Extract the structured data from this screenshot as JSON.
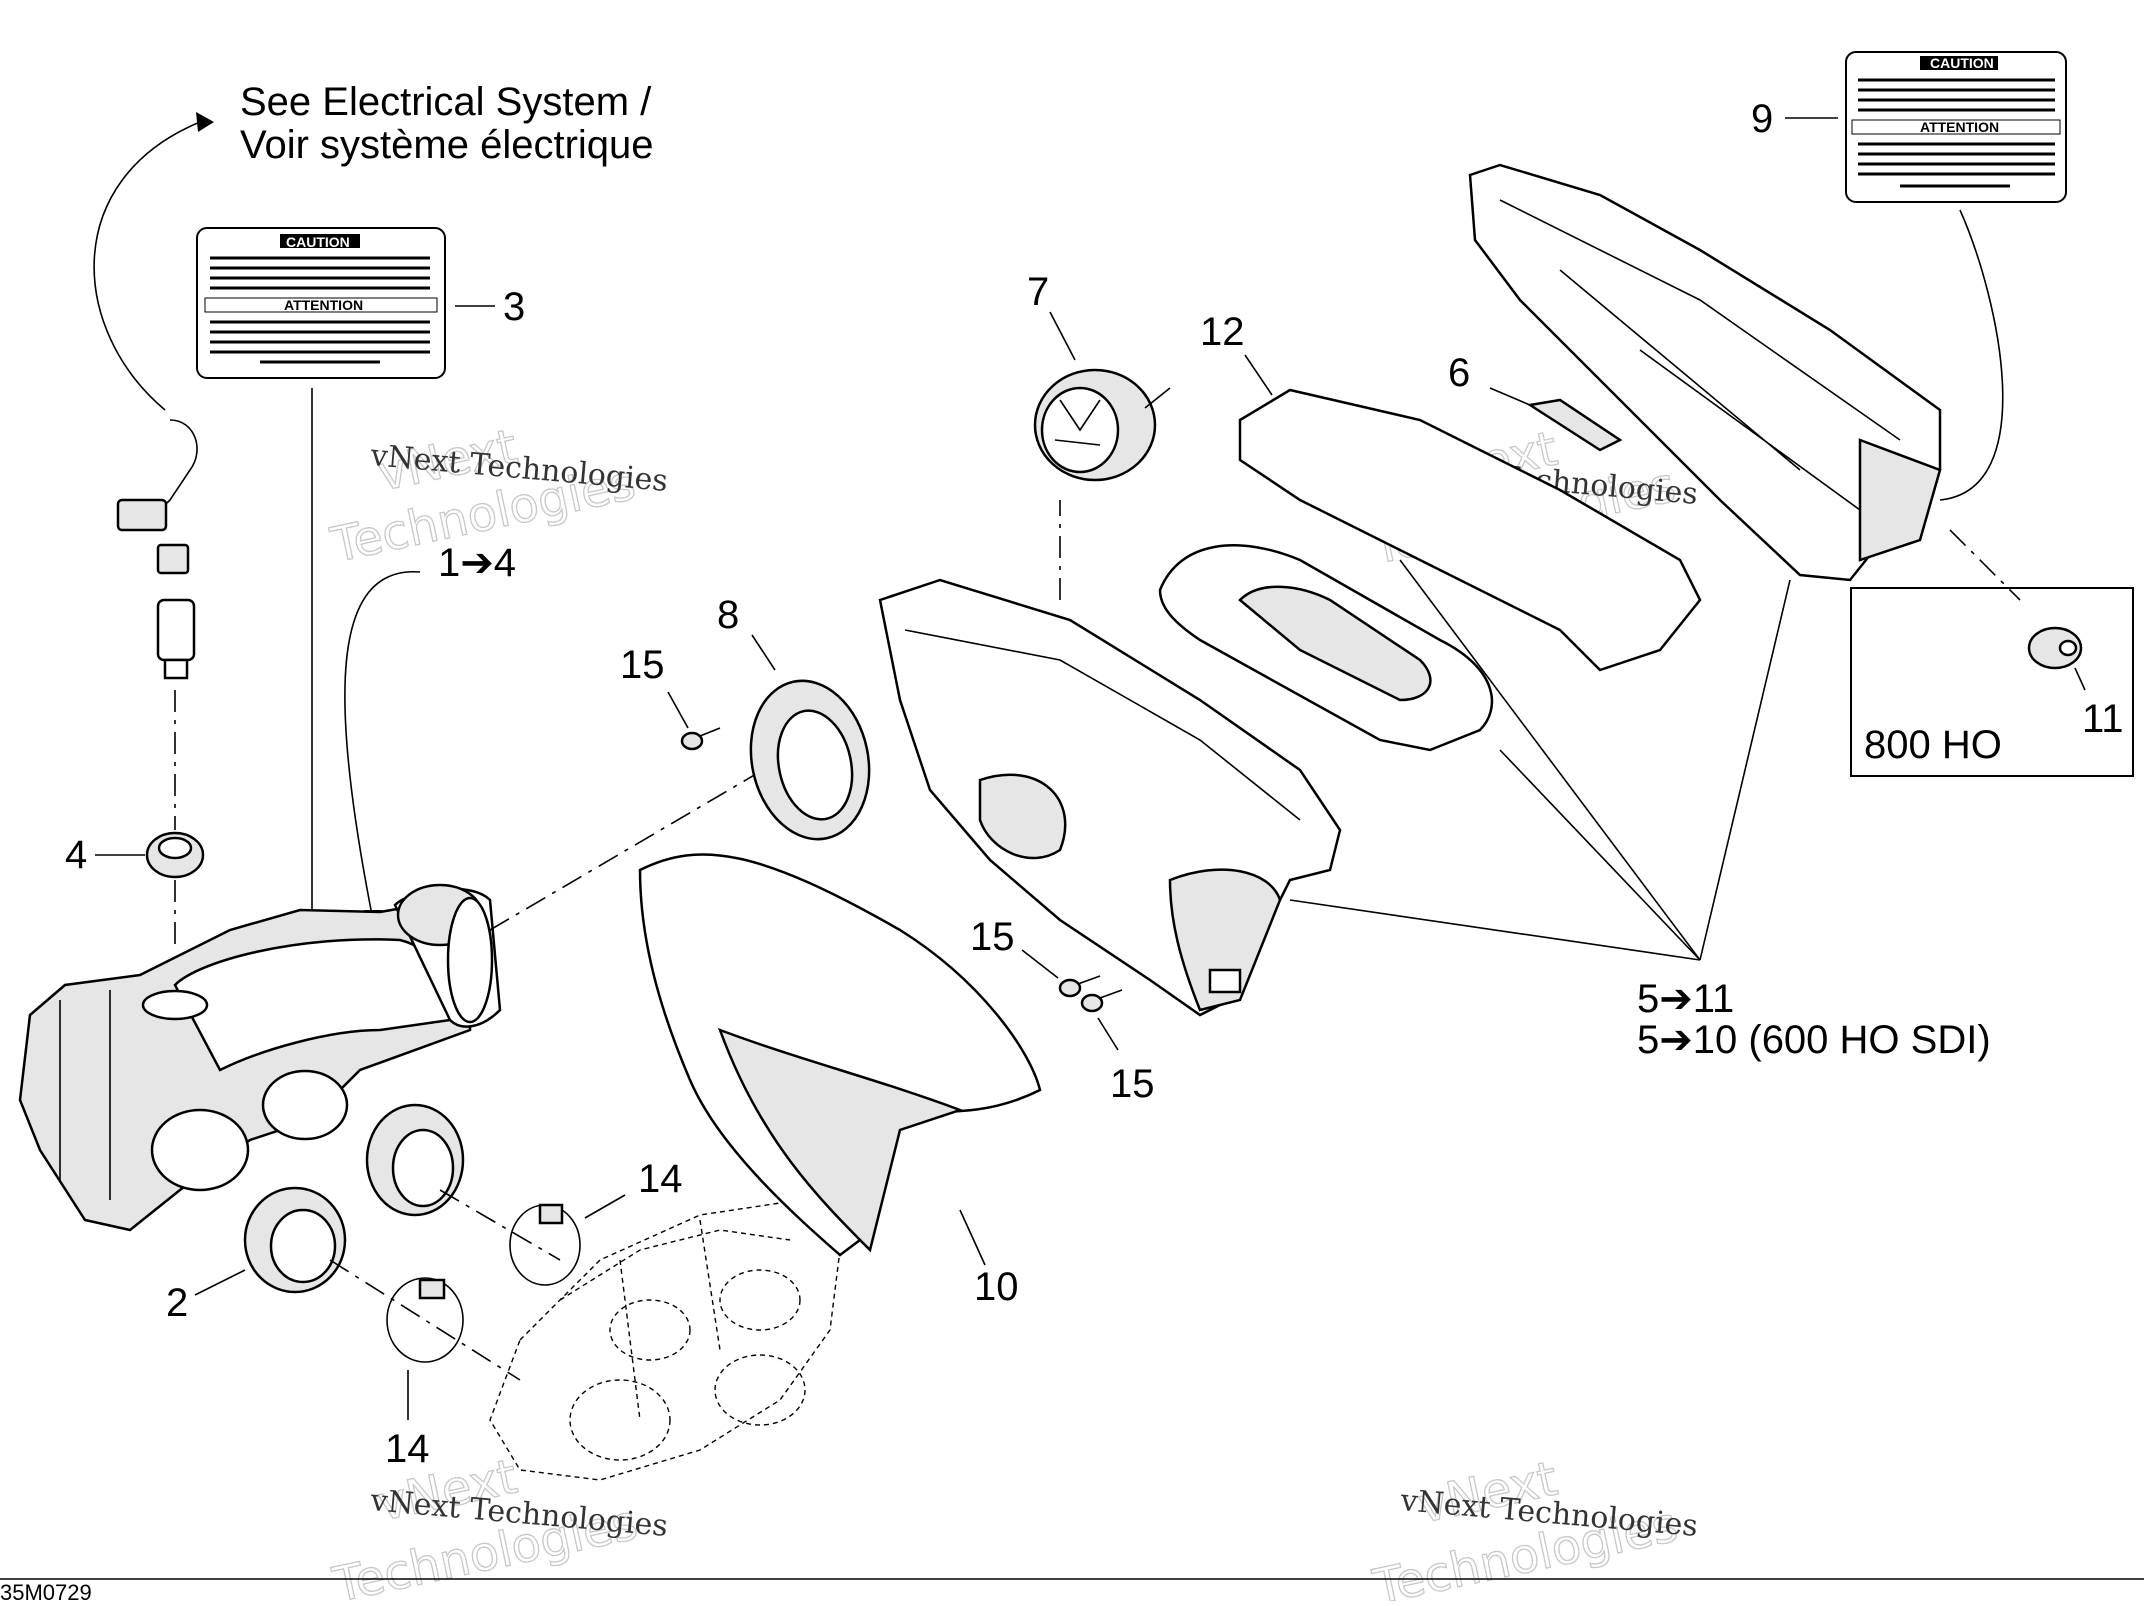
{
  "note_electrical": {
    "line1": "See Electrical System /",
    "line2": "Voir système électrique"
  },
  "callouts": {
    "c1_4": "1➔4",
    "c2": "2",
    "c3": "3",
    "c4": "4",
    "c6": "6",
    "c7": "7",
    "c8": "8",
    "c9": "9",
    "c10": "10",
    "c11": "11",
    "c12": "12",
    "c14a": "14",
    "c14b": "14",
    "c15a": "15",
    "c15b": "15",
    "c15c": "15",
    "c5_11": "5➔11",
    "c5_10": "5➔10 (600 HO SDI)"
  },
  "variant_box": {
    "label": "800 HO"
  },
  "label_left": {
    "caution": "CAUTION",
    "attention": "ATTENTION"
  },
  "label_right": {
    "caution": "CAUTION",
    "attention": "ATTENTION"
  },
  "watermark": {
    "line1": "vNext Technologies",
    "line2": "vNext",
    "line3": "Technologies"
  },
  "diagram_code": "35M0729"
}
